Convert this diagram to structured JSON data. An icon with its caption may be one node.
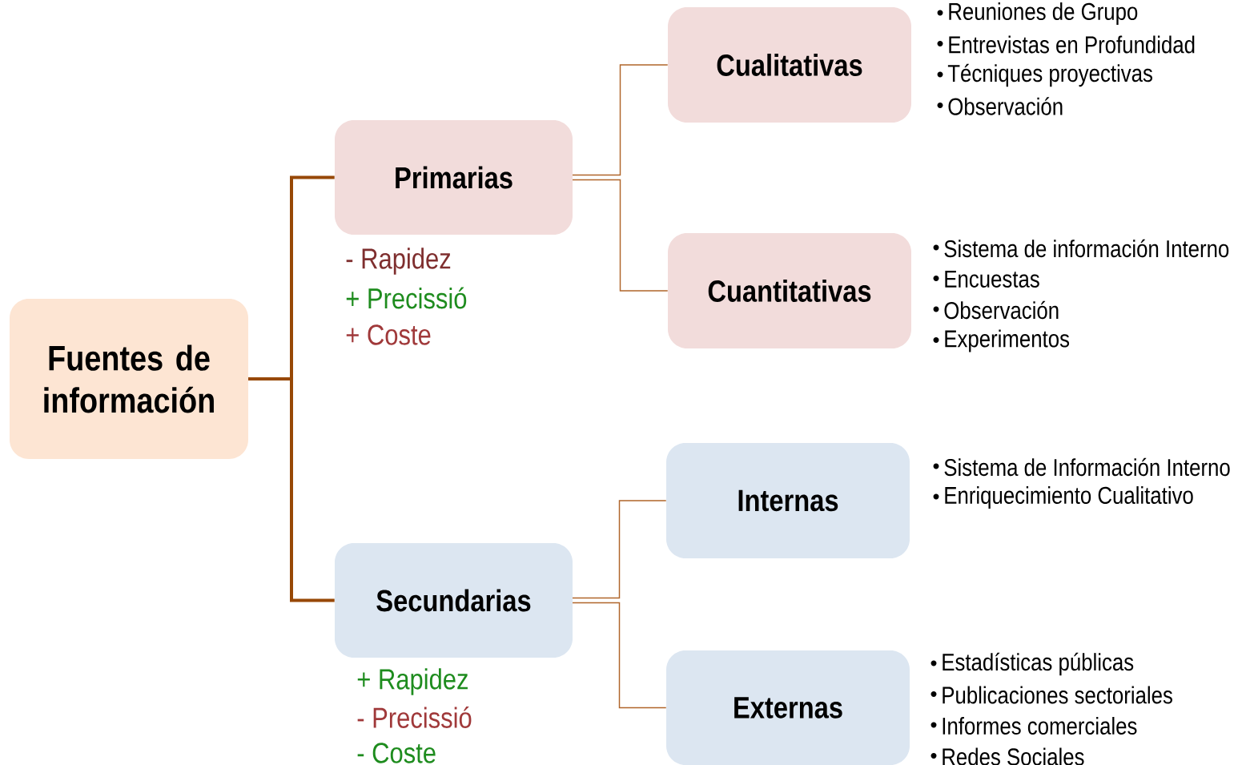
{
  "diagram": {
    "nodes": [
      {
        "text": [
          "Fuentes de información"
        ]
      },
      {
        "text": [
          "Primarias"
        ],
        "beside": [
          "- Rapidez",
          "+ Precissió",
          "+ Coste"
        ]
      },
      {
        "text": [
          "Cualitativas"
        ],
        "beside": [
          "Reuniones de Grupo",
          "Entrevistas en Profundidad",
          "Técniques proyectivas",
          "Observación"
        ]
      },
      {
        "text": [
          "Cuantitativas"
        ],
        "beside": [
          "Sistema de información Interno",
          "Encuestas",
          "Observación",
          "Experimentos"
        ]
      },
      {
        "text": [
          "Secundarias"
        ],
        "beside": [
          "+ Rapidez",
          "- Precissió",
          "- Coste"
        ]
      },
      {
        "text": [
          "Internas"
        ],
        "beside": [
          "Sistema de Información Interno",
          "Enriquecimiento Cualitativo"
        ]
      },
      {
        "text": [
          "Externas"
        ],
        "beside": [
          "Estadísticas públicas",
          "Publicaciones sectoriales",
          "Informes comerciales",
          "Redes Sociales"
        ]
      }
    ],
    "edges": [
      {
        "from": 0,
        "to": 1,
        "arrow": "none",
        "style": "thick"
      },
      {
        "from": 0,
        "to": 4,
        "arrow": "none",
        "style": "thick"
      },
      {
        "from": 1,
        "to": 2,
        "arrow": "none"
      },
      {
        "from": 1,
        "to": 3,
        "arrow": "none"
      },
      {
        "from": 4,
        "to": 5,
        "arrow": "none"
      },
      {
        "from": 4,
        "to": 6,
        "arrow": "none"
      }
    ]
  }
}
